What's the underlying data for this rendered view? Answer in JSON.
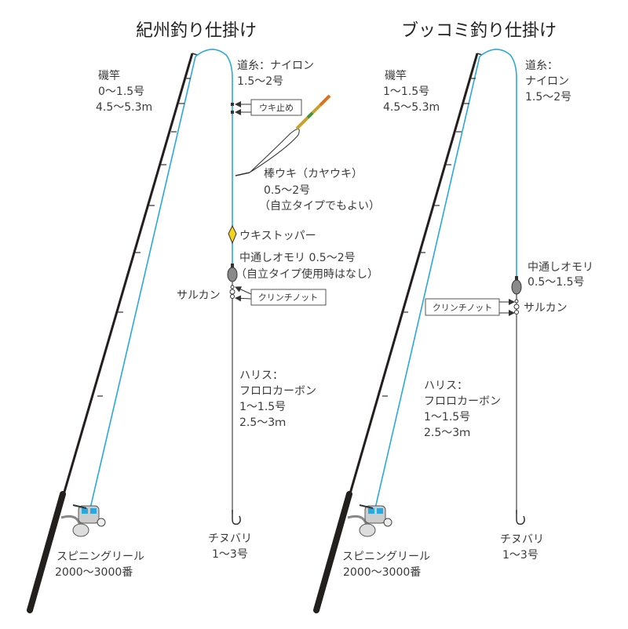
{
  "colors": {
    "line": "#29a8e0",
    "rod": "#231f1c",
    "text": "#3a3a3a",
    "stopper": "#f2d21b",
    "sinker": "#8a8a8a"
  },
  "left": {
    "title": "紀州釣り仕掛け",
    "rod": [
      "磯竿",
      " 0〜1.5号",
      "4.5〜5.3m"
    ],
    "mainline": [
      "道糸：ナイロン",
      "1.5〜2号"
    ],
    "uki_dome": "ウキ止め",
    "float": [
      "棒ウキ（カヤウキ）",
      "0.5〜2号",
      "（自立タイプでもよい）"
    ],
    "stopper": "ウキストッパー",
    "sinker": [
      "中通しオモリ 0.5〜2号",
      "（自立タイプ使用時はなし）"
    ],
    "swivel": "サルカン",
    "knot": "クリンチノット",
    "leader": [
      "ハリス：",
      "フロロカーボン",
      " 1〜1.5号",
      "2.5〜3ｍ"
    ],
    "hook": [
      "チヌバリ",
      " 1〜3号"
    ],
    "reel": [
      "スピニングリール",
      "2000〜3000番"
    ]
  },
  "right": {
    "title": "ブッコミ釣り仕掛け",
    "rod": [
      "磯竿",
      "1〜1.5号",
      "4.5〜5.3m"
    ],
    "mainline": [
      "道糸：",
      "ナイロン",
      "1.5〜2号"
    ],
    "sinker": [
      "中通しオモリ",
      "0.5〜1.5号"
    ],
    "swivel": "サルカン",
    "knot": "クリンチノット",
    "leader": [
      "ハリス：",
      "フロロカーボン",
      " 1〜1.5号",
      "2.5〜3ｍ"
    ],
    "hook": [
      "チヌバリ",
      " 1〜3号"
    ],
    "reel": [
      "スピニングリール",
      "2000〜3000番"
    ]
  }
}
